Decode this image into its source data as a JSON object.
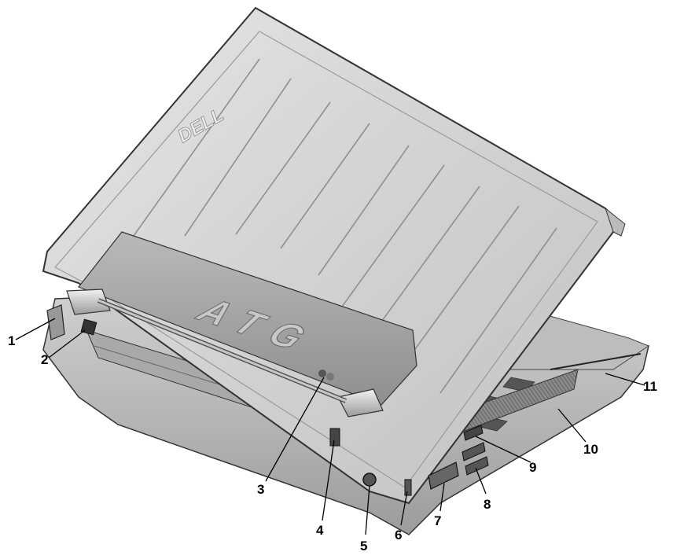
{
  "logo_text": "DELL",
  "lid_badge_text": "ATG",
  "callouts": [
    {
      "label": "1"
    },
    {
      "label": "2"
    },
    {
      "label": "3"
    },
    {
      "label": "4"
    },
    {
      "label": "5"
    },
    {
      "label": "6"
    },
    {
      "label": "7"
    },
    {
      "label": "8"
    },
    {
      "label": "9"
    },
    {
      "label": "10"
    },
    {
      "label": "11"
    }
  ]
}
